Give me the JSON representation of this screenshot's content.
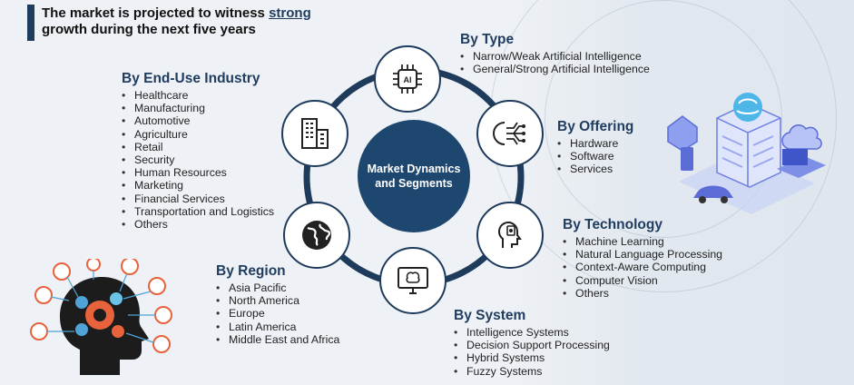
{
  "header": {
    "title_part1": "The market is projected to witness ",
    "title_highlight": "strong",
    "title_part2": "growth during the next five years"
  },
  "center": {
    "label": "Market Dynamics and Segments"
  },
  "segments": {
    "type": {
      "title": "By  Type",
      "items": [
        "Narrow/Weak Artificial Intelligence",
        "General/Strong Artificial Intelligence"
      ]
    },
    "end_use": {
      "title": "By  End-Use Industry",
      "items": [
        "Healthcare",
        "Manufacturing",
        "Automotive",
        "Agriculture",
        "Retail",
        "Security",
        "Human Resources",
        "Marketing",
        "Financial Services",
        "Transportation and Logistics",
        "Others"
      ]
    },
    "offering": {
      "title": "By Offering",
      "items": [
        "Hardware",
        "Software",
        "Services"
      ]
    },
    "technology": {
      "title": "By Technology",
      "items": [
        "Machine Learning",
        "Natural Language Processing",
        "Context-Aware Computing",
        "Computer Vision",
        "Others"
      ]
    },
    "region": {
      "title": "By Region",
      "items": [
        "Asia Pacific",
        "North America",
        "Europe",
        "Latin America",
        "Middle East and Africa"
      ]
    },
    "system": {
      "title": "By  System",
      "items": [
        "Intelligence Systems",
        "Decision Support Processing",
        "Hybrid Systems",
        "Fuzzy Systems"
      ]
    }
  },
  "icons": {
    "type": "ai-chip-icon",
    "offering": "neural-circuit-icon",
    "technology": "robot-head-icon",
    "system": "brain-monitor-icon",
    "region": "globe-icon",
    "end_use": "building-icon"
  },
  "colors": {
    "navy": "#1e4770",
    "title": "#1f3c5f",
    "ring": "#1e3b5c"
  }
}
